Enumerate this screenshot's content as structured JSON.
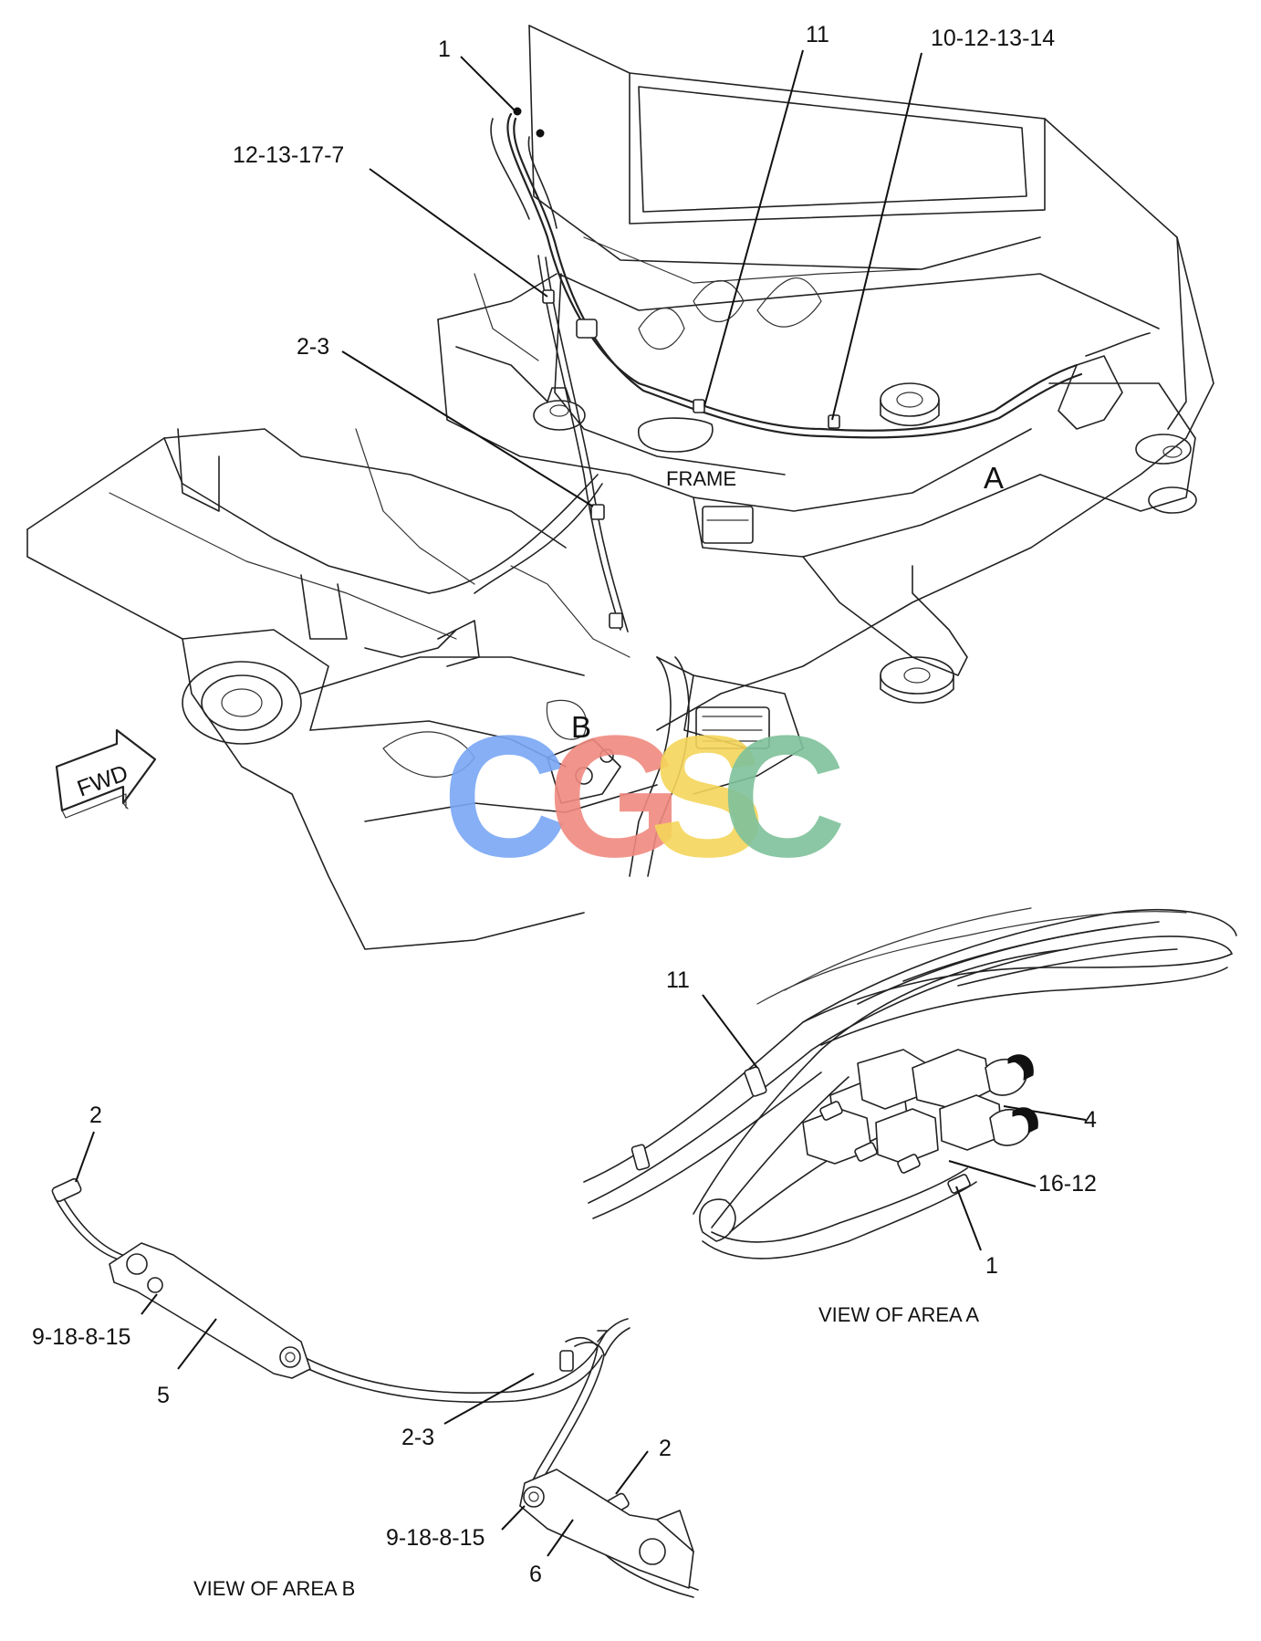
{
  "callouts": {
    "c1": "1",
    "c11": "11",
    "c10_12_13_14": "10-12-13-14",
    "c12_13_17_7": "12-13-17-7",
    "c2_3": "2-3",
    "frame": "FRAME",
    "area_a": "A",
    "area_b": "B",
    "fwd": "FWD"
  },
  "view_a": {
    "c11": "11",
    "c4": "4",
    "c16_12": "16-12",
    "c1": "1",
    "caption": "VIEW OF AREA A"
  },
  "view_b": {
    "c2_top": "2",
    "c9_18_8_15_top": "9-18-8-15",
    "c5": "5",
    "c2_3": "2-3",
    "c2_right": "2",
    "c9_18_8_15_bottom": "9-18-8-15",
    "c6": "6",
    "caption": "VIEW OF AREA B"
  },
  "watermark": {
    "letters": [
      "C",
      "G",
      "S",
      "C"
    ],
    "colors": [
      "#7aa7f4",
      "#f08a80",
      "#f5d55a",
      "#7fc29b"
    ]
  }
}
